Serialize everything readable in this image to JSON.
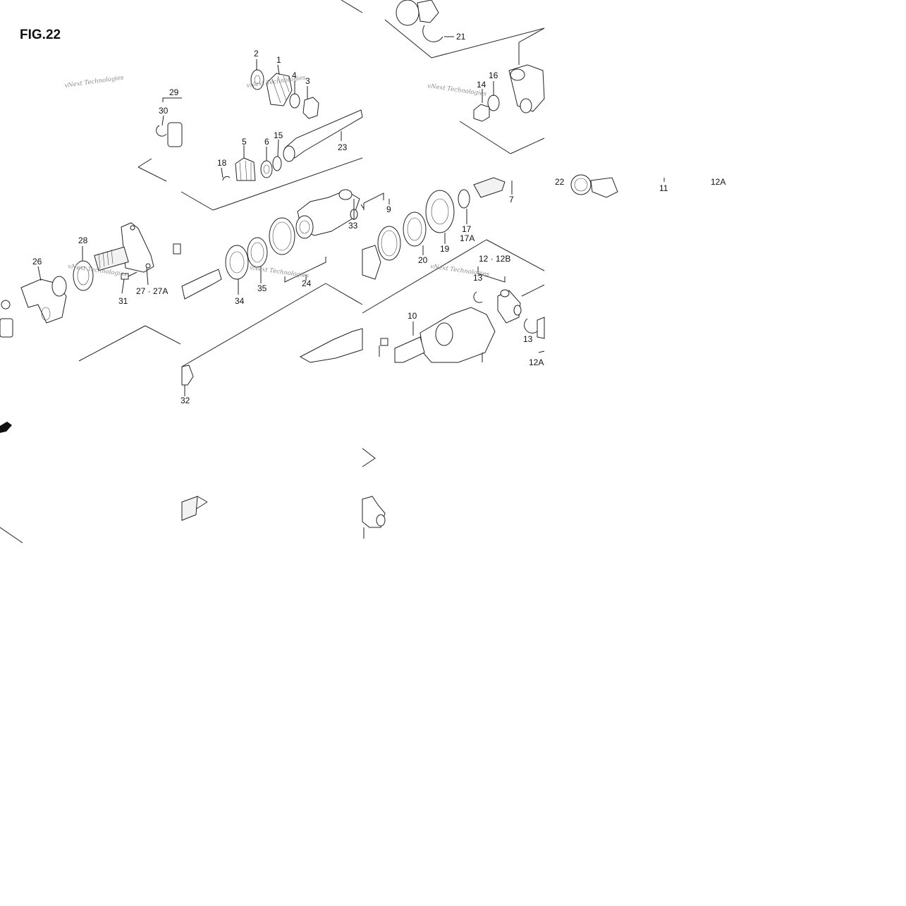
{
  "figure": {
    "title": "FIG.22",
    "watermark": "vNext Technologies",
    "callouts": [
      "1",
      "2",
      "3",
      "4",
      "5",
      "6",
      "7",
      "9",
      "10",
      "11",
      "12A",
      "12 · 12B",
      "13",
      "14",
      "15",
      "16",
      "17",
      "17A",
      "18",
      "19",
      "20",
      "21",
      "22",
      "23",
      "24",
      "26",
      "27 · 27A",
      "28",
      "29",
      "30",
      "31",
      "32",
      "33",
      "34",
      "35"
    ]
  }
}
